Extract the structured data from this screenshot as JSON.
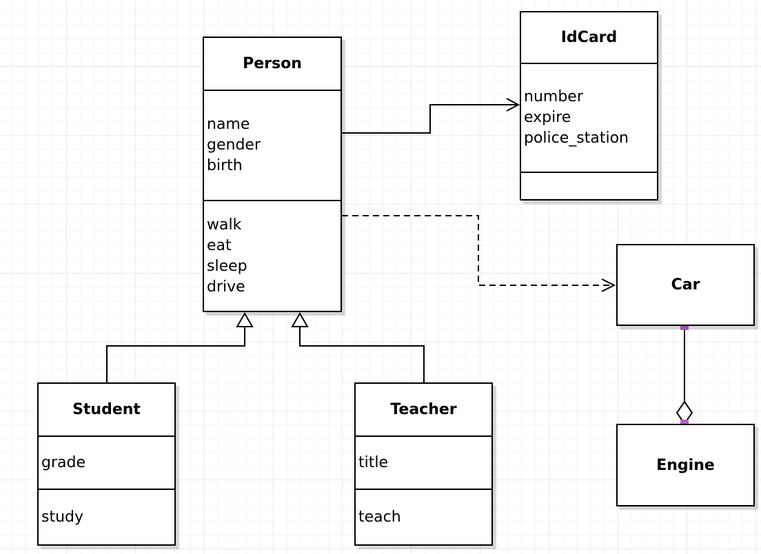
{
  "diagram": {
    "type": "uml-class-diagram",
    "colors": {
      "shape_fill": "#ffffff",
      "shape_stroke": "#000000",
      "grid_minor": "#f5f5f5",
      "grid_major": "#eaeaea",
      "shadow": "#d9d9d9",
      "endpoint_handle": "#b665c4"
    }
  },
  "classes": {
    "person": {
      "name": "Person",
      "attributes": [
        "name",
        "gender",
        "birth"
      ],
      "methods": [
        "walk",
        "eat",
        "sleep",
        "drive"
      ]
    },
    "idcard": {
      "name": "IdCard",
      "attributes": [
        "number",
        "expire",
        "police_station"
      ],
      "methods": []
    },
    "car": {
      "name": "Car",
      "attributes": [],
      "methods": []
    },
    "engine": {
      "name": "Engine",
      "attributes": [],
      "methods": []
    },
    "student": {
      "name": "Student",
      "attributes": [
        "grade"
      ],
      "methods": [
        "study"
      ]
    },
    "teacher": {
      "name": "Teacher",
      "attributes": [
        "title"
      ],
      "methods": [
        "teach"
      ]
    }
  },
  "relationships": [
    {
      "from": "Person",
      "to": "IdCard",
      "type": "association",
      "line": "solid",
      "arrow": "open"
    },
    {
      "from": "Person",
      "to": "Car",
      "type": "dependency",
      "line": "dashed",
      "arrow": "open"
    },
    {
      "from": "Student",
      "to": "Person",
      "type": "generalization",
      "line": "solid",
      "arrow": "hollow-triangle"
    },
    {
      "from": "Teacher",
      "to": "Person",
      "type": "generalization",
      "line": "solid",
      "arrow": "hollow-triangle"
    },
    {
      "from": "Car",
      "to": "Engine",
      "type": "aggregation",
      "line": "solid",
      "arrow": "hollow-diamond"
    }
  ]
}
